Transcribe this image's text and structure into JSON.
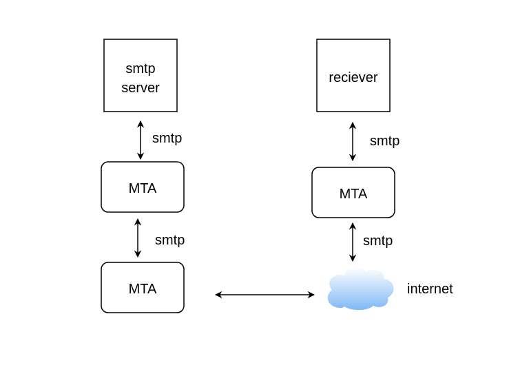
{
  "diagram": {
    "nodes": {
      "smtp_server": {
        "line1": "smtp",
        "line2": "server"
      },
      "receiver": {
        "label": "reciever"
      },
      "mta_left_top": {
        "label": "MTA"
      },
      "mta_left_bottom": {
        "label": "MTA"
      },
      "mta_right": {
        "label": "MTA"
      },
      "internet": {
        "label": "internet"
      }
    },
    "edges": {
      "server_to_mta": {
        "label": "smtp"
      },
      "mta_to_mta": {
        "label": "smtp"
      },
      "receiver_to_mta": {
        "label": "smtp"
      },
      "mta_to_internet": {
        "label": "smtp"
      }
    },
    "colors": {
      "stroke": "#000000",
      "cloud_top": "#ffffff",
      "cloud_bottom": "#7fb8f5"
    }
  }
}
